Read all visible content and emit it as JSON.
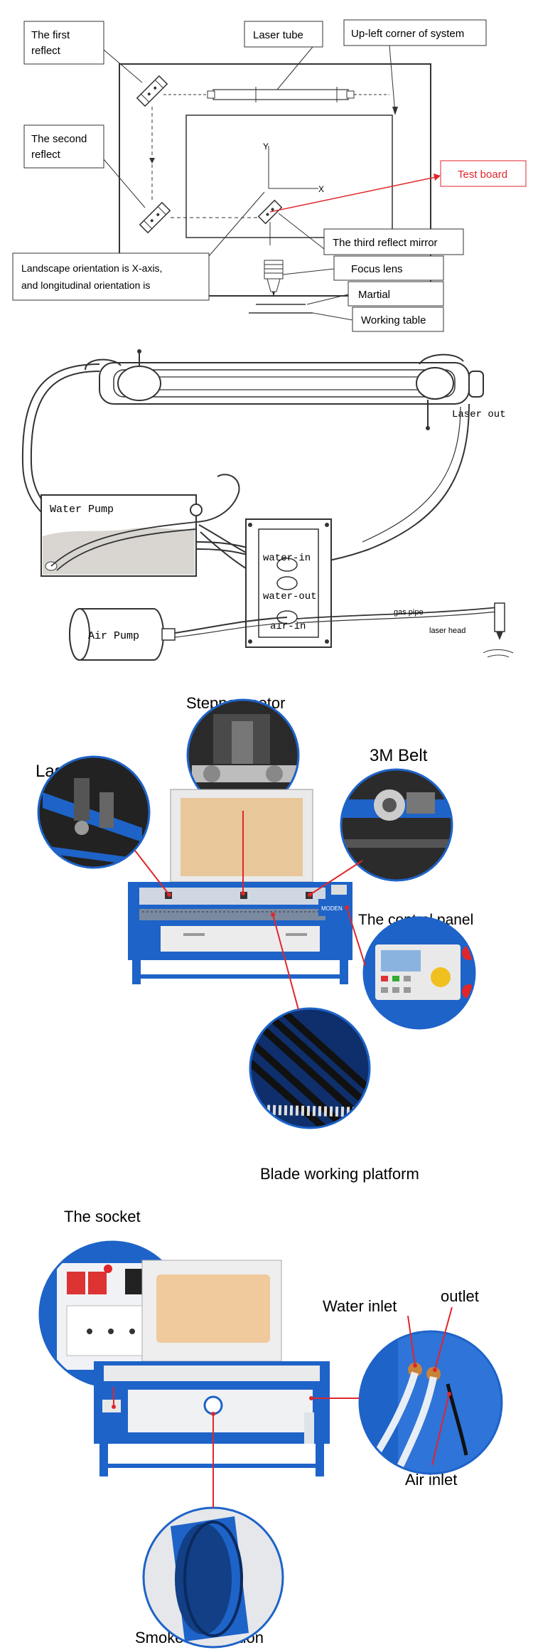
{
  "optical_path": {
    "labels": {
      "first_reflect": [
        "The first",
        "reflect"
      ],
      "laser_tube": "Laser tube",
      "upleft_corner": "Up-left corner of system",
      "second_reflect": [
        "The second",
        "reflect"
      ],
      "test_board": "Test board",
      "third_reflect": "The third reflect mirror",
      "axis_note": [
        "Landscape orientation is X-axis,",
        "and longitudinal orientation is"
      ],
      "focus_lens": "Focus lens",
      "martial": "Martial",
      "working_table": "Working table",
      "axis_y": "Y",
      "axis_x": "X"
    }
  },
  "water_air": {
    "labels": {
      "laser_out": "Laser out",
      "water_pump": "Water Pump",
      "water_in": "water-in",
      "water_out": "water-out",
      "air_in": "air-in",
      "air_pump": "Air Pump",
      "gas_pipe": "gas pipe",
      "laser_head": "laser head"
    }
  },
  "machine_parts": {
    "labels": {
      "stepper_motor": "Stepper motor",
      "laser_head": "Laser Head",
      "belt": "3M Belt",
      "control_panel": "The control panel",
      "blade_platform": "Blade working platform",
      "brand": "MODEN"
    }
  },
  "machine_connections": {
    "labels": {
      "socket": "The socket",
      "water_inlet": "Water inlet",
      "outlet": "outlet",
      "air_inlet": "Air inlet",
      "smoke_connection": "Smoke connection"
    }
  },
  "colors": {
    "machine_blue": "#1e63c8",
    "callout_red": "#e0262b",
    "outline": "#333333"
  }
}
